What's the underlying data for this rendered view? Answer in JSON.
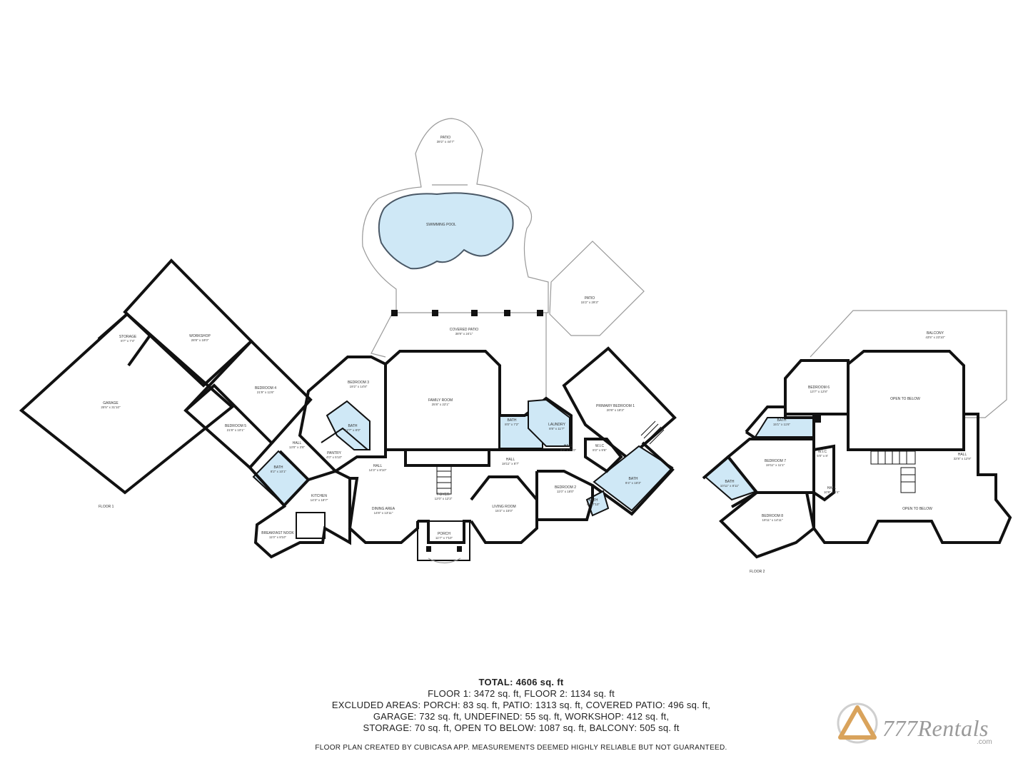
{
  "rooms_floor1": [
    {
      "id": "patio-top",
      "name": "PATIO",
      "dim": "39'2\" x 44'7\""
    },
    {
      "id": "pool",
      "name": "SWIMMING POOL",
      "dim": ""
    },
    {
      "id": "patio-right",
      "name": "PATIO",
      "dim": "15'2\" x 29'3\""
    },
    {
      "id": "covered-patio",
      "name": "COVERED PATIO",
      "dim": "38'9\" x 24'1\""
    },
    {
      "id": "storage",
      "name": "STORAGE",
      "dim": "8'7\" x 7'4\""
    },
    {
      "id": "workshop",
      "name": "WORKSHOP",
      "dim": "28'8\" x 18'0\""
    },
    {
      "id": "garage",
      "name": "GARAGE",
      "dim": "25'5\" x 31'10\""
    },
    {
      "id": "bedroom4",
      "name": "BEDROOM 4",
      "dim": "21'9\" x 11'6\""
    },
    {
      "id": "bedroom5",
      "name": "BEDROOM 5",
      "dim": "21'8\" x 10'1\""
    },
    {
      "id": "bedroom3",
      "name": "BEDROOM 3",
      "dim": "19'2\" x 14'8\""
    },
    {
      "id": "bath-b3",
      "name": "BATH",
      "dim": "12'7\" x 8'0\""
    },
    {
      "id": "pantry",
      "name": "PANTRY",
      "dim": "4'0\" x 5'10\""
    },
    {
      "id": "hall-w",
      "name": "HALL",
      "dim": "13'0\" x 3'8\""
    },
    {
      "id": "bath-b5",
      "name": "BATH",
      "dim": "8'2\" x 10'1\""
    },
    {
      "id": "family",
      "name": "FAMILY ROOM",
      "dim": "25'8\" x 22'1\""
    },
    {
      "id": "bath-mid",
      "name": "BATH",
      "dim": "8'0\" x 7'2\""
    },
    {
      "id": "laundry",
      "name": "LAUNDRY",
      "dim": "8'8\" x 11'7\""
    },
    {
      "id": "hall-l",
      "name": "HALL",
      "dim": "6'3\" x 12'0\""
    },
    {
      "id": "primary",
      "name": "PRIMARY BEDROOM 1",
      "dim": "20'8\" x 18'3\""
    },
    {
      "id": "wic",
      "name": "W.I.C",
      "dim": "8'2\" x 9'6\""
    },
    {
      "id": "hall-c",
      "name": "HALL",
      "dim": "14'2\" x 8'10\""
    },
    {
      "id": "hall-e",
      "name": "HALL",
      "dim": "18'11\" x 8'7\""
    },
    {
      "id": "bath-primary",
      "name": "BATH",
      "dim": "9'4\" x 18'3\""
    },
    {
      "id": "kitchen",
      "name": "KITCHEN",
      "dim": "14'3\" x 18'7\""
    },
    {
      "id": "dining",
      "name": "DINING AREA",
      "dim": "14'8\" x 13'11\""
    },
    {
      "id": "foyer",
      "name": "FOYER",
      "dim": "12'0\" x 12'3\""
    },
    {
      "id": "living",
      "name": "LIVING ROOM",
      "dim": "15'2\" x 15'0\""
    },
    {
      "id": "bedroom2",
      "name": "BEDROOM 2",
      "dim": "11'0\" x 18'0\""
    },
    {
      "id": "bath-b2",
      "name": "BATH",
      "dim": "6' x 7'10\""
    },
    {
      "id": "breakfast",
      "name": "BREAKFAST NOOK",
      "dim": "11'0\" x 8'10\""
    },
    {
      "id": "porch",
      "name": "PORCH",
      "dim": "11'7\" x 7'10\""
    }
  ],
  "rooms_floor2": [
    {
      "id": "balcony",
      "name": "BALCONY",
      "dim": "43'5\" x 23'10\""
    },
    {
      "id": "bedroom6",
      "name": "BEDROOM 6",
      "dim": "13'7\" x 12'8\""
    },
    {
      "id": "open1",
      "name": "OPEN TO BELOW",
      "dim": ""
    },
    {
      "id": "bath-f2a",
      "name": "BATH",
      "dim": "15'1\" x 11'6\""
    },
    {
      "id": "wic2",
      "name": "W.I.C",
      "dim": "5'0\" x 8'"
    },
    {
      "id": "hall-f2r",
      "name": "HALL",
      "dim": "32'8\" x 12'9\""
    },
    {
      "id": "bedroom7",
      "name": "BEDROOM 7",
      "dim": "19'11\" x 11'1\""
    },
    {
      "id": "bath-f2b",
      "name": "BATH",
      "dim": "10'11\" x 8'11\""
    },
    {
      "id": "hall-f2",
      "name": "HALL",
      "dim": "10'8\" x 8'4\""
    },
    {
      "id": "open2",
      "name": "OPEN TO BELOW",
      "dim": ""
    },
    {
      "id": "bedroom8",
      "name": "BEDROOM 8",
      "dim": "19'11\" x 14'11\""
    }
  ],
  "floor_labels": {
    "floor1": "FLOOR 1",
    "floor2": "FLOOR 2"
  },
  "summary": {
    "total": "TOTAL: 4606 sq. ft",
    "lines": [
      "FLOOR 1: 3472 sq. ft, FLOOR 2: 1134 sq. ft",
      "EXCLUDED AREAS: PORCH: 83 sq. ft, PATIO: 1313 sq. ft, COVERED PATIO: 496 sq. ft,",
      "GARAGE: 732 sq. ft, UNDEFINED: 55 sq. ft, WORKSHOP: 412 sq. ft,",
      "STORAGE: 70 sq. ft, OPEN TO BELOW: 1087 sq. ft, BALCONY: 505 sq. ft"
    ],
    "disclaimer": "FLOOR PLAN CREATED BY CUBICASA APP. MEASUREMENTS DEEMED HIGHLY RELIABLE BUT NOT GUARANTEED."
  },
  "logo": {
    "brand": "777Rentals",
    "tld": ".com"
  },
  "colors": {
    "wall": "#111111",
    "wet_area": "#cfe8f6",
    "text": "#222222",
    "logo": "#9a9a9a",
    "logo_accent": "#d9a35c"
  }
}
